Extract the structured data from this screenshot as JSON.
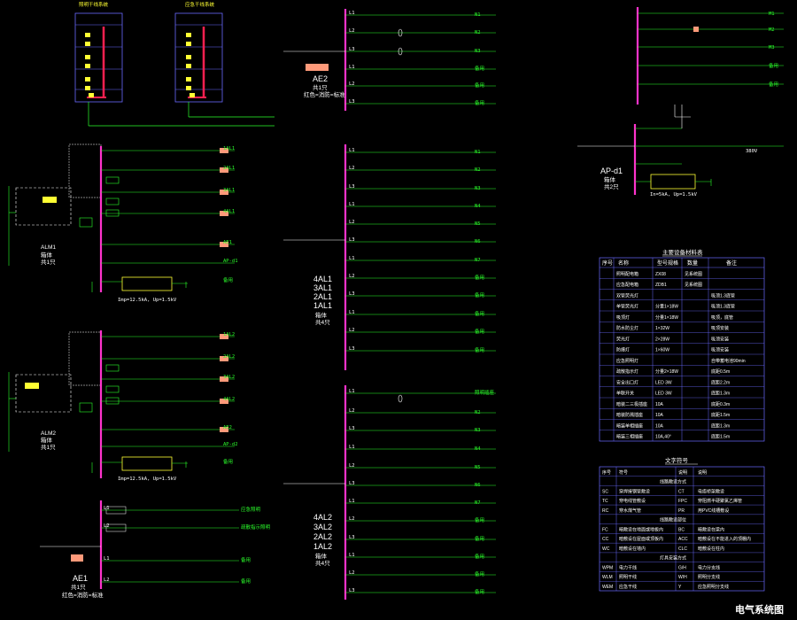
{
  "drawing": {
    "title": "电气系统图"
  },
  "labels": {
    "riser_left_title": "照明干线系统",
    "riser_right_title": "应急干线系统"
  },
  "panels": {
    "alm1": {
      "name": "ALM1",
      "type": "箱体",
      "count": "共1只"
    },
    "alm2": {
      "name": "ALM2",
      "type": "箱体",
      "count": "共1只"
    },
    "ae1": {
      "name": "AE1",
      "count": "共1只",
      "note": "红色=消防=标准"
    },
    "ae2": {
      "name": "AE2",
      "count": "共1只",
      "note": "红色=消防=标准"
    },
    "al1": {
      "names": [
        "4AL1",
        "3AL1",
        "2AL1",
        "1AL1"
      ],
      "type": "箱体",
      "count": "共4只"
    },
    "al2": {
      "names": [
        "4AL2",
        "3AL2",
        "2AL2",
        "1AL2"
      ],
      "type": "箱体",
      "count": "共4只"
    },
    "apd1": {
      "name": "AP-d1",
      "type": "箱体",
      "count": "共2只"
    }
  },
  "ratings": {
    "spd_alm1": "Imp=12.5kA, Up=1.5kV",
    "spd_alm2": "Imp=12.5kA, Up=1.5kV",
    "spd_apd1": "In=5kA, Up=1.5kV",
    "apd1_voltage": "380V"
  },
  "circuits": {
    "alm1": [
      "1AL1",
      "2AL1",
      "3AL1",
      "4AL1",
      "AE1",
      "AP-d1",
      "备用"
    ],
    "alm2": [
      "1AL2",
      "2AL2",
      "3AL2",
      "4AL2",
      "AE2",
      "AP-d2",
      "备用"
    ],
    "ae1": [
      "L1",
      "L2",
      "L1",
      "L2"
    ],
    "ae1_right": [
      "应急照明",
      "疏散指示照明",
      "备用",
      "备用"
    ],
    "ae2": [
      "L1",
      "L2",
      "L3",
      "L1",
      "L2",
      "L3"
    ],
    "ae2_right": [
      "N1",
      "N2",
      "N3",
      "备用",
      "备用",
      "备用"
    ],
    "al1": [
      "L1",
      "L2",
      "L3",
      "L1",
      "L2",
      "L3",
      "L1",
      "L2",
      "L3",
      "L1",
      "L2",
      "L3"
    ],
    "al1_right": [
      "N1",
      "N2",
      "N3",
      "N4",
      "N5",
      "N6",
      "N7",
      "备用",
      "备用",
      "备用",
      "备用",
      "备用"
    ],
    "al2": [
      "L1",
      "L2",
      "L3",
      "L1",
      "L2",
      "L3",
      "L1",
      "L2",
      "L3",
      "L1",
      "L2",
      "L3"
    ],
    "al2_right": [
      "照明插座",
      "N2",
      "N3",
      "N4",
      "N5",
      "N6",
      "N7",
      "备用",
      "备用",
      "备用",
      "备用",
      "备用"
    ],
    "top_right_right": [
      "M1",
      "M2",
      "M3",
      "备用",
      "备用"
    ]
  },
  "equipment_table": {
    "title": "主要设备材料表",
    "headers": [
      "序号",
      "名称",
      "型号规格",
      "数量",
      "备注"
    ],
    "rows": [
      [
        "",
        "照明配电箱",
        "ZX08",
        "见系统图",
        ""
      ],
      [
        "",
        "应急配电箱",
        "ZDB1",
        "见系统图",
        ""
      ],
      [
        "",
        "双管荧光灯",
        "",
        "",
        "吸顶1.3底管"
      ],
      [
        "",
        "单管荧光灯",
        "分量1×18W",
        "",
        "吸顶1.3底管"
      ],
      [
        "",
        "吸顶灯",
        "分量1×18W",
        "",
        "吸顶，底管"
      ],
      [
        "",
        "防水防尘灯",
        "1×32W",
        "",
        "吸顶安装"
      ],
      [
        "",
        "荧光灯",
        "2×28W",
        "",
        "吸顶安装"
      ],
      [
        "",
        "防爆灯",
        "1×60W",
        "",
        "吸顶安装"
      ],
      [
        "",
        "应急照明灯",
        "",
        "",
        "自带蓄电池90min"
      ],
      [
        "",
        "疏散指示灯",
        "分量2×18W",
        "",
        "底距0.5m"
      ],
      [
        "",
        "安全出口灯",
        "LED 3W",
        "",
        "底距2.2m"
      ],
      [
        "",
        "单联开关",
        "LED 3W",
        "",
        "底距1.3m"
      ],
      [
        "",
        "暗装二三极插座",
        "10A",
        "",
        "底距0.3m"
      ],
      [
        "",
        "暗装防溅插座",
        "10A",
        "",
        "底距1.5m"
      ],
      [
        "",
        "暗装单相插座",
        "10A",
        "",
        "底距1.3m"
      ],
      [
        "",
        "暗装三相插座",
        "10A,40°",
        "",
        "底距1.5m"
      ]
    ]
  },
  "symbol_table": {
    "title": "文字符号",
    "rows": [
      [
        "序号",
        "符号",
        "说明",
        "",
        "说明"
      ],
      [
        "",
        "",
        "线路敷设方式",
        "",
        ""
      ],
      [
        "SC",
        "穿焊接钢管敷设",
        "CT",
        "",
        "电缆桥架敷设"
      ],
      [
        "TC",
        "穿电线管敷设",
        "FPC",
        "",
        "穿阻燃半硬聚氯乙烯管"
      ],
      [
        "RC",
        "穿水煤气管",
        "PR",
        "",
        "用PVC线槽敷设"
      ],
      [
        "",
        "",
        "线路敷设部位",
        "",
        ""
      ],
      [
        "FC",
        "暗敷设在地面或地板内",
        "BC",
        "",
        "暗敷设在梁内"
      ],
      [
        "CC",
        "暗敷设在屋面或顶板内",
        "ACC",
        "",
        "暗敷设在不能进入的顶棚内"
      ],
      [
        "WC",
        "暗敷设在墙内",
        "CLC",
        "",
        "暗敷设在柱内"
      ],
      [
        "",
        "",
        "灯具安装方式",
        "",
        ""
      ],
      [
        "WPM",
        "电力干线",
        "G/H",
        "",
        "电力分支线"
      ],
      [
        "WLM",
        "照明干线",
        "W/H",
        "",
        "照明分支线"
      ],
      [
        "WEM",
        "应急干线",
        "Y",
        "",
        "应急照明分支线"
      ]
    ]
  },
  "colors": {
    "background": "#000000",
    "busbar": "#ff33cc",
    "circuit": "#2bff2b",
    "table_border": "#6a6aff",
    "highlight": "#ffff33",
    "device": "#ff9a7a"
  }
}
